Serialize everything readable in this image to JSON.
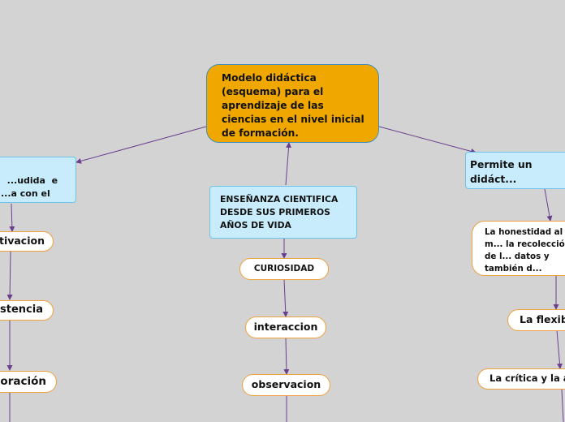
{
  "main": {
    "title": "Modelo didáctica (esquema) para el aprendizaje de las ciencias en el nivel inicial de formación."
  },
  "left": {
    "box": "...udida  e\n...a con el",
    "items": [
      "...tivacion",
      "...istencia",
      "...oración"
    ]
  },
  "center": {
    "box": "ENSEÑANZA CIENTIFICA DESDE SUS  PRIMEROS AÑOS DE VIDA",
    "items": [
      "CURIOSIDAD",
      "interaccion",
      "observacion"
    ]
  },
  "right": {
    "box": "Permite un didáct... promotora en",
    "items": [
      "La honestidad al m... la recolección de l... datos y también d... validación.",
      "La flexibi...",
      "La crítica y la ap..."
    ]
  },
  "colors": {
    "main_bg": "#f0a800",
    "blue_bg": "#c8ecfb",
    "connector": "#6a3f8e",
    "pill_border": "#eea13c"
  }
}
